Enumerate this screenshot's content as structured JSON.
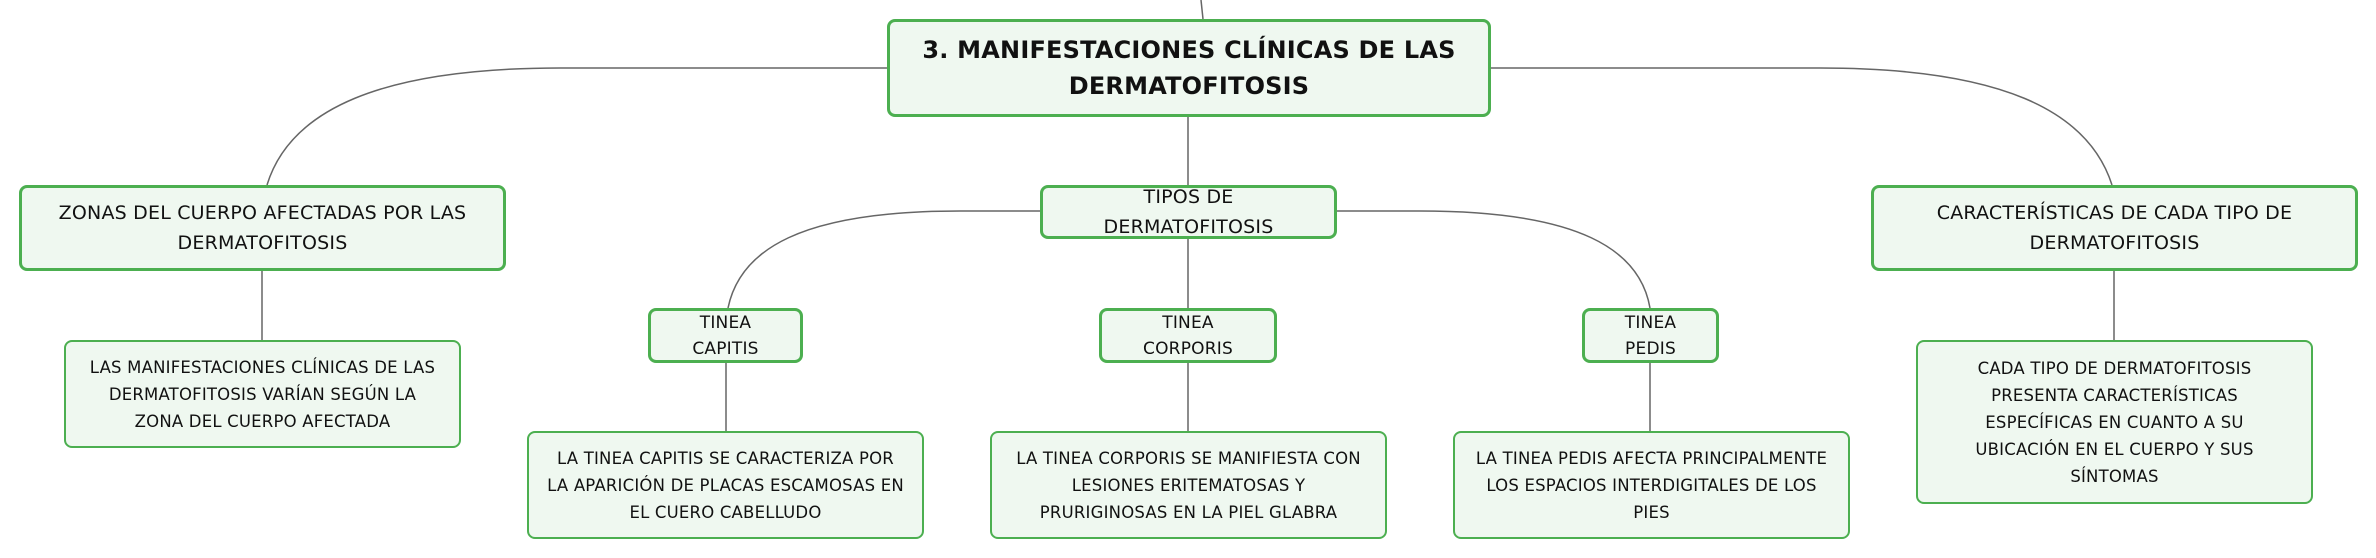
{
  "mindmap": {
    "root": {
      "label": "3. MANIFESTACIONES CLÍNICAS DE LAS DERMATOFITOSIS"
    },
    "zonas": {
      "label": "ZONAS DEL CUERPO AFECTADAS POR LAS DERMATOFITOSIS",
      "description": "LAS MANIFESTACIONES CLÍNICAS DE LAS DERMATOFITOSIS VARÍAN SEGÚN LA ZONA DEL CUERPO AFECTADA"
    },
    "tipos": {
      "label": "TIPOS DE DERMATOFITOSIS",
      "capitis": {
        "label": "TINEA CAPITIS",
        "description": "LA TINEA CAPITIS SE CARACTERIZA POR LA APARICIÓN DE PLACAS ESCAMOSAS EN EL CUERO CABELLUDO"
      },
      "corporis": {
        "label": "TINEA CORPORIS",
        "description": "LA TINEA CORPORIS SE MANIFIESTA CON LESIONES ERITEMATOSAS Y PRURIGINOSAS EN LA PIEL GLABRA"
      },
      "pedis": {
        "label": "TINEA PEDIS",
        "description": "LA TINEA PEDIS AFECTA PRINCIPALMENTE LOS ESPACIOS INTERDIGITALES DE LOS PIES"
      }
    },
    "caracteristicas": {
      "label": "CARACTERÍSTICAS DE CADA TIPO DE DERMATOFITOSIS",
      "description": "CADA TIPO DE DERMATOFITOSIS PRESENTA CARACTERÍSTICAS ESPECÍFICAS EN CUANTO A SU UBICACIÓN EN EL CUERPO Y SUS SÍNTOMAS"
    }
  },
  "colors": {
    "node_fill": "#eff8f0",
    "node_border": "#4caf50",
    "connector": "#666666",
    "text": "#111111"
  }
}
